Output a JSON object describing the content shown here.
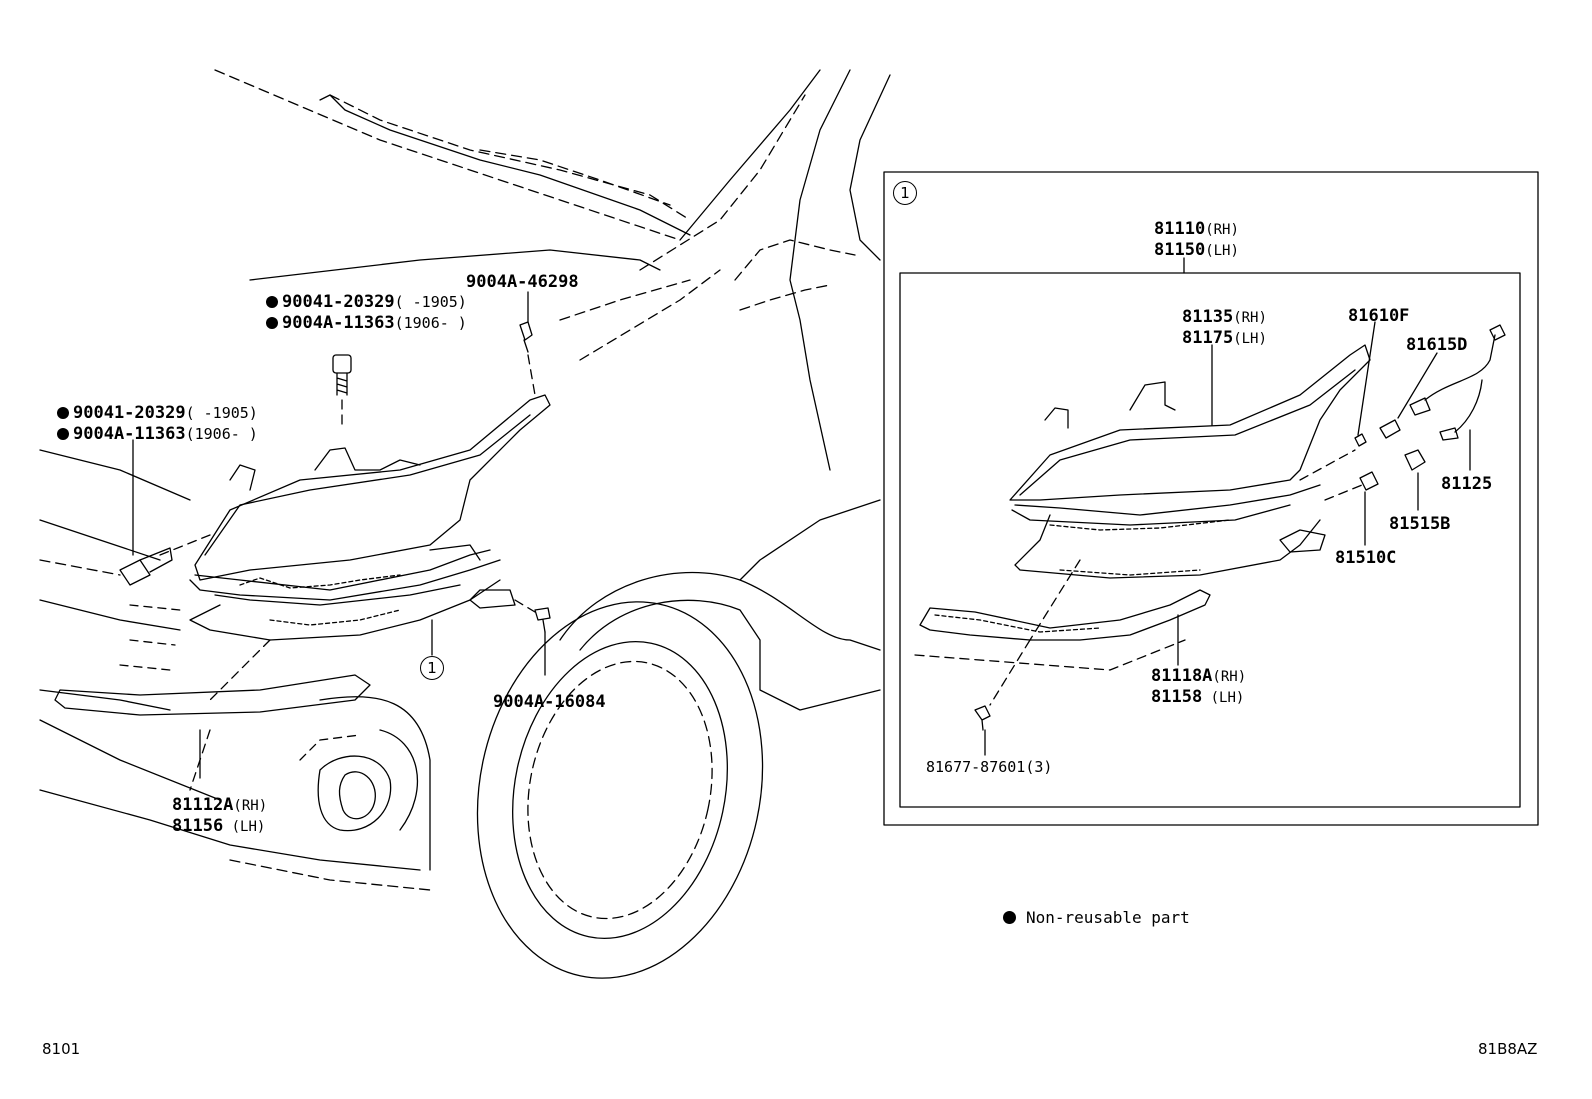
{
  "callout_marker": "1",
  "legend": {
    "text": "Non-reusable part"
  },
  "figure_id": "8101",
  "illustration_id": "81B8AZ",
  "parts": {
    "bolt_upper": {
      "number": "90041-20329",
      "range": "(      -1905)"
    },
    "bolt_upper_alt": {
      "number": "9004A-11363",
      "range": "(1906-     )"
    },
    "bolt_left": {
      "number": "90041-20329",
      "range": "(      -1905)"
    },
    "bolt_left_alt": {
      "number": "9004A-11363",
      "range": "(1906-     )"
    },
    "clip_top": {
      "number": "9004A-46298"
    },
    "clip_bottom": {
      "number": "9004A-16084"
    },
    "bumper_strip_rh": {
      "number": "81112A",
      "side": "(RH)"
    },
    "bumper_strip_lh": {
      "number": "81156",
      "side": " (LH)"
    },
    "headlamp_assy_rh": {
      "number": "81110",
      "side": "(RH)"
    },
    "headlamp_assy_lh": {
      "number": "81150",
      "side": "(LH)"
    },
    "lens_rh": {
      "number": "81135",
      "side": "(RH)"
    },
    "lens_lh": {
      "number": "81175",
      "side": "(LH)"
    },
    "cap": {
      "number": "81610F"
    },
    "socket": {
      "number": "81615D"
    },
    "wire": {
      "number": "81125"
    },
    "bulb_b": {
      "number": "81515B"
    },
    "bulb_c": {
      "number": "81510C"
    },
    "bracket_rh": {
      "number": "81118A",
      "side": "(RH)"
    },
    "bracket_lh": {
      "number": "81158",
      "side": " (LH)"
    },
    "screw": {
      "number": "81677-87601",
      "qty": "(3)"
    }
  }
}
